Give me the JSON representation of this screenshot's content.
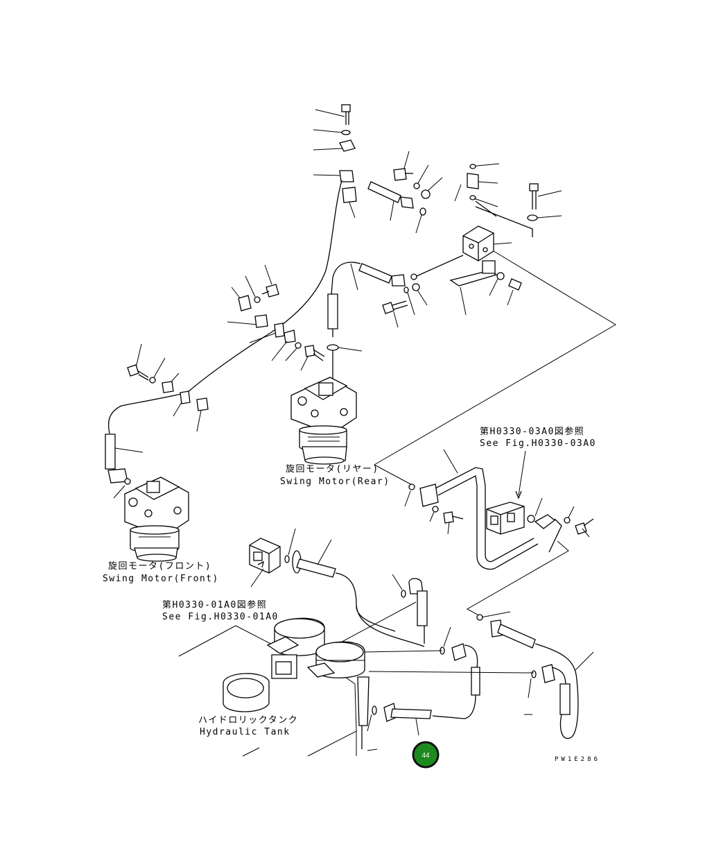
{
  "labels": {
    "swing_motor_rear_jp": "旋回モータ(リヤー)",
    "swing_motor_rear_en": "Swing Motor(Rear)",
    "swing_motor_front_jp": "旋回モータ(フロント)",
    "swing_motor_front_en": "Swing Motor(Front)",
    "ref_03a0_jp": "第H0330-03A0図参照",
    "ref_03a0_en": "See Fig.H0330-03A0",
    "ref_01a0_jp": "第H0330-01A0図参照",
    "ref_01a0_en": "See Fig.H0330-01A0",
    "tank_jp": "ハイドロリックタンク",
    "tank_en": "Hydraulic Tank",
    "drawing_code": "PW1E286"
  },
  "badge": {
    "number": "44",
    "fill": "#1e8a1e",
    "ring": "#111111"
  }
}
